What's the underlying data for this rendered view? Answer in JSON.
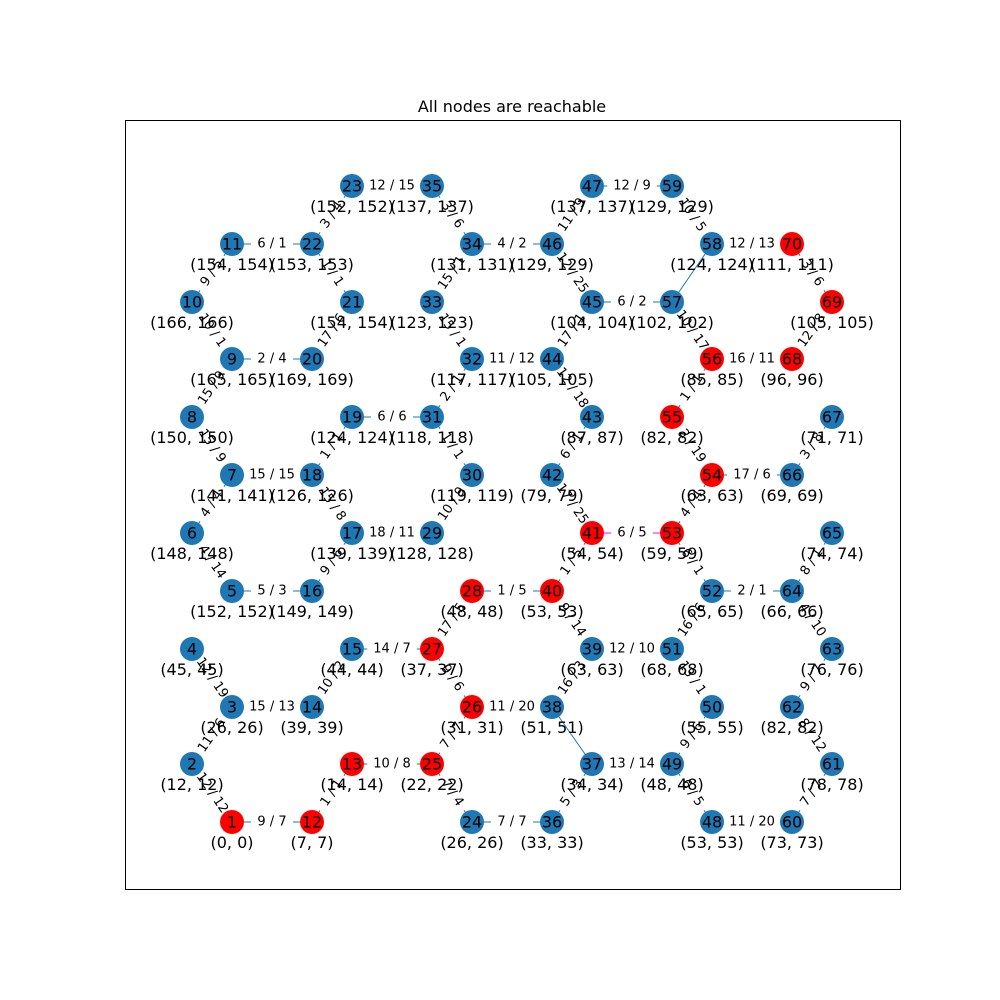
{
  "title": "All nodes are reachable",
  "colors": {
    "default": "#1f77b4",
    "highlight": "#ff0000",
    "edge_default": "#1f77b4",
    "edge_highlight": "#ff00ff"
  },
  "nodes": [
    {
      "id": "1",
      "label": "(0, 0)",
      "color": "highlight"
    },
    {
      "id": "2",
      "label": "(12, 12)",
      "color": "default"
    },
    {
      "id": "3",
      "label": "(26, 26)",
      "color": "default"
    },
    {
      "id": "4",
      "label": "(45, 45)",
      "color": "default"
    },
    {
      "id": "5",
      "label": "(152, 152)",
      "color": "default"
    },
    {
      "id": "6",
      "label": "(148, 148)",
      "color": "default"
    },
    {
      "id": "7",
      "label": "(141, 141)",
      "color": "default"
    },
    {
      "id": "8",
      "label": "(150, 150)",
      "color": "default"
    },
    {
      "id": "9",
      "label": "(165, 165)",
      "color": "default"
    },
    {
      "id": "10",
      "label": "(166, 166)",
      "color": "default"
    },
    {
      "id": "11",
      "label": "(154, 154)",
      "color": "default"
    },
    {
      "id": "12",
      "label": "(7, 7)",
      "color": "highlight"
    },
    {
      "id": "13",
      "label": "(14, 14)",
      "color": "highlight"
    },
    {
      "id": "14",
      "label": "(39, 39)",
      "color": "default"
    },
    {
      "id": "15",
      "label": "(44, 44)",
      "color": "default"
    },
    {
      "id": "16",
      "label": "(149, 149)",
      "color": "default"
    },
    {
      "id": "17",
      "label": "(139, 139)",
      "color": "default"
    },
    {
      "id": "18",
      "label": "(126, 126)",
      "color": "default"
    },
    {
      "id": "19",
      "label": "(124, 124)",
      "color": "default"
    },
    {
      "id": "20",
      "label": "(169, 169)",
      "color": "default"
    },
    {
      "id": "21",
      "label": "(154, 154)",
      "color": "default"
    },
    {
      "id": "22",
      "label": "(153, 153)",
      "color": "default"
    },
    {
      "id": "23",
      "label": "(152, 152)",
      "color": "default"
    },
    {
      "id": "24",
      "label": "(26, 26)",
      "color": "default"
    },
    {
      "id": "25",
      "label": "(22, 22)",
      "color": "highlight"
    },
    {
      "id": "26",
      "label": "(31, 31)",
      "color": "highlight"
    },
    {
      "id": "27",
      "label": "(37, 37)",
      "color": "highlight"
    },
    {
      "id": "28",
      "label": "(48, 48)",
      "color": "highlight"
    },
    {
      "id": "29",
      "label": "(128, 128)",
      "color": "default"
    },
    {
      "id": "30",
      "label": "(119, 119)",
      "color": "default"
    },
    {
      "id": "31",
      "label": "(118, 118)",
      "color": "default"
    },
    {
      "id": "32",
      "label": "(117, 117)",
      "color": "default"
    },
    {
      "id": "33",
      "label": "(123, 123)",
      "color": "default"
    },
    {
      "id": "34",
      "label": "(131, 131)",
      "color": "default"
    },
    {
      "id": "35",
      "label": "(137, 137)",
      "color": "default"
    },
    {
      "id": "36",
      "label": "(33, 33)",
      "color": "default"
    },
    {
      "id": "37",
      "label": "(34, 34)",
      "color": "default"
    },
    {
      "id": "38",
      "label": "(51, 51)",
      "color": "default"
    },
    {
      "id": "39",
      "label": "(63, 63)",
      "color": "default"
    },
    {
      "id": "40",
      "label": "(53, 53)",
      "color": "highlight"
    },
    {
      "id": "41",
      "label": "(54, 54)",
      "color": "highlight"
    },
    {
      "id": "42",
      "label": "(79, 79)",
      "color": "default"
    },
    {
      "id": "43",
      "label": "(87, 87)",
      "color": "default"
    },
    {
      "id": "44",
      "label": "(105, 105)",
      "color": "default"
    },
    {
      "id": "45",
      "label": "(104, 104)",
      "color": "default"
    },
    {
      "id": "46",
      "label": "(129, 129)",
      "color": "default"
    },
    {
      "id": "47",
      "label": "(137, 137)",
      "color": "default"
    },
    {
      "id": "48",
      "label": "(53, 53)",
      "color": "default"
    },
    {
      "id": "49",
      "label": "(48, 48)",
      "color": "default"
    },
    {
      "id": "50",
      "label": "(55, 55)",
      "color": "default"
    },
    {
      "id": "51",
      "label": "(68, 68)",
      "color": "default"
    },
    {
      "id": "52",
      "label": "(65, 65)",
      "color": "default"
    },
    {
      "id": "53",
      "label": "(59, 59)",
      "color": "highlight"
    },
    {
      "id": "54",
      "label": "(63, 63)",
      "color": "highlight"
    },
    {
      "id": "55",
      "label": "(82, 82)",
      "color": "highlight"
    },
    {
      "id": "56",
      "label": "(85, 85)",
      "color": "highlight"
    },
    {
      "id": "57",
      "label": "(102, 102)",
      "color": "default"
    },
    {
      "id": "58",
      "label": "(124, 124)",
      "color": "default"
    },
    {
      "id": "59",
      "label": "(129, 129)",
      "color": "default"
    },
    {
      "id": "60",
      "label": "(73, 73)",
      "color": "default"
    },
    {
      "id": "61",
      "label": "(78, 78)",
      "color": "default"
    },
    {
      "id": "62",
      "label": "(82, 82)",
      "color": "default"
    },
    {
      "id": "63",
      "label": "(76, 76)",
      "color": "default"
    },
    {
      "id": "64",
      "label": "(66, 66)",
      "color": "default"
    },
    {
      "id": "65",
      "label": "(74, 74)",
      "color": "default"
    },
    {
      "id": "66",
      "label": "(69, 69)",
      "color": "default"
    },
    {
      "id": "67",
      "label": "(71, 71)",
      "color": "default"
    },
    {
      "id": "68",
      "label": "(96, 96)",
      "color": "highlight"
    },
    {
      "id": "69",
      "label": "(105, 105)",
      "color": "highlight"
    },
    {
      "id": "70",
      "label": "(111, 111)",
      "color": "highlight"
    }
  ],
  "edges": [
    {
      "from": "1",
      "to": "12",
      "label": "9 / 7",
      "color": "edge_default"
    },
    {
      "from": "1",
      "to": "2",
      "label": "12 / 12",
      "color": "edge_default"
    },
    {
      "from": "2",
      "to": "3",
      "label": "11 / 6",
      "color": "edge_default"
    },
    {
      "from": "3",
      "to": "14",
      "label": "15 / 13",
      "color": "edge_default"
    },
    {
      "from": "3",
      "to": "4",
      "label": "12 / 19",
      "color": "edge_default"
    },
    {
      "from": "5",
      "to": "16",
      "label": "5 / 3",
      "color": "edge_default"
    },
    {
      "from": "5",
      "to": "6",
      "label": "4 / 14",
      "color": "edge_default"
    },
    {
      "from": "6",
      "to": "7",
      "label": "4 / 4",
      "color": "edge_default"
    },
    {
      "from": "7",
      "to": "18",
      "label": "15 / 15",
      "color": "edge_default"
    },
    {
      "from": "7",
      "to": "8",
      "label": "15 / 9",
      "color": "edge_default"
    },
    {
      "from": "8",
      "to": "9",
      "label": "15 / 9",
      "color": "edge_default"
    },
    {
      "from": "9",
      "to": "20",
      "label": "2 / 4",
      "color": "edge_default"
    },
    {
      "from": "9",
      "to": "10",
      "label": "10 / 1",
      "color": "edge_default"
    },
    {
      "from": "10",
      "to": "11",
      "label": "9 / 5",
      "color": "edge_default"
    },
    {
      "from": "11",
      "to": "22",
      "label": "6 / 1",
      "color": "edge_default"
    },
    {
      "from": "12",
      "to": "13",
      "label": "1 / 1",
      "color": "edge_default"
    },
    {
      "from": "13",
      "to": "25",
      "label": "10 / 8",
      "color": "edge_default"
    },
    {
      "from": "14",
      "to": "15",
      "label": "10 / 2",
      "color": "edge_default"
    },
    {
      "from": "15",
      "to": "27",
      "label": "14 / 7",
      "color": "edge_default"
    },
    {
      "from": "16",
      "to": "17",
      "label": "9 / 6",
      "color": "edge_default"
    },
    {
      "from": "17",
      "to": "29",
      "label": "18 / 11",
      "color": "edge_default"
    },
    {
      "from": "17",
      "to": "18",
      "label": "15 / 8",
      "color": "edge_default"
    },
    {
      "from": "18",
      "to": "19",
      "label": "1 / 1",
      "color": "edge_default"
    },
    {
      "from": "19",
      "to": "31",
      "label": "6 / 6",
      "color": "edge_default"
    },
    {
      "from": "20",
      "to": "21",
      "label": "17 / 6",
      "color": "edge_default"
    },
    {
      "from": "21",
      "to": "22",
      "label": "1 / 1",
      "color": "edge_default"
    },
    {
      "from": "22",
      "to": "23",
      "label": "3 / 4",
      "color": "edge_default"
    },
    {
      "from": "23",
      "to": "35",
      "label": "12 / 15",
      "color": "edge_default"
    },
    {
      "from": "24",
      "to": "36",
      "label": "7 / 7",
      "color": "edge_default"
    },
    {
      "from": "24",
      "to": "25",
      "label": "7 / 4",
      "color": "edge_default"
    },
    {
      "from": "25",
      "to": "26",
      "label": "7 / 7",
      "color": "edge_default"
    },
    {
      "from": "26",
      "to": "38",
      "label": "11 / 20",
      "color": "edge_default"
    },
    {
      "from": "26",
      "to": "27",
      "label": "9 / 6",
      "color": "edge_default"
    },
    {
      "from": "27",
      "to": "28",
      "label": "17 / 5",
      "color": "edge_default"
    },
    {
      "from": "28",
      "to": "40",
      "label": "1 / 5",
      "color": "edge_default"
    },
    {
      "from": "29",
      "to": "30",
      "label": "10 / 9",
      "color": "edge_default"
    },
    {
      "from": "30",
      "to": "31",
      "label": "1 / 1",
      "color": "edge_default"
    },
    {
      "from": "31",
      "to": "32",
      "label": "2 / 1",
      "color": "edge_default"
    },
    {
      "from": "32",
      "to": "44",
      "label": "11 / 12",
      "color": "edge_default"
    },
    {
      "from": "32",
      "to": "33",
      "label": "15 / 1",
      "color": "edge_default"
    },
    {
      "from": "33",
      "to": "34",
      "label": "15 / 1",
      "color": "edge_default"
    },
    {
      "from": "34",
      "to": "46",
      "label": "4 / 2",
      "color": "edge_default"
    },
    {
      "from": "34",
      "to": "35",
      "label": "3 / 6",
      "color": "edge_default"
    },
    {
      "from": "36",
      "to": "37",
      "label": "5 / 3",
      "color": "edge_default"
    },
    {
      "from": "37",
      "to": "49",
      "label": "13 / 14",
      "color": "edge_default"
    },
    {
      "from": "37",
      "to": "38",
      "label": "",
      "color": "edge_default"
    },
    {
      "from": "38",
      "to": "39",
      "label": "16 / 3",
      "color": "edge_default"
    },
    {
      "from": "39",
      "to": "51",
      "label": "12 / 10",
      "color": "edge_default"
    },
    {
      "from": "39",
      "to": "40",
      "label": "9 / 14",
      "color": "edge_default"
    },
    {
      "from": "40",
      "to": "41",
      "label": "1 / 5",
      "color": "edge_default"
    },
    {
      "from": "41",
      "to": "53",
      "label": "6 / 5",
      "color": "edge_highlight"
    },
    {
      "from": "41",
      "to": "42",
      "label": "17 / 25",
      "color": "edge_default"
    },
    {
      "from": "42",
      "to": "43",
      "label": "6 / 1",
      "color": "edge_default"
    },
    {
      "from": "43",
      "to": "44",
      "label": "12 / 18",
      "color": "edge_default"
    },
    {
      "from": "44",
      "to": "45",
      "label": "17 / 1",
      "color": "edge_default"
    },
    {
      "from": "45",
      "to": "57",
      "label": "6 / 2",
      "color": "edge_default"
    },
    {
      "from": "45",
      "to": "46",
      "label": "12 / 25",
      "color": "edge_default"
    },
    {
      "from": "46",
      "to": "47",
      "label": "11 / 9",
      "color": "edge_default"
    },
    {
      "from": "47",
      "to": "59",
      "label": "12 / 9",
      "color": "edge_default"
    },
    {
      "from": "48",
      "to": "60",
      "label": "11 / 20",
      "color": "edge_default"
    },
    {
      "from": "48",
      "to": "49",
      "label": "6 / 5",
      "color": "edge_default"
    },
    {
      "from": "49",
      "to": "50",
      "label": "9 / 6",
      "color": "edge_default"
    },
    {
      "from": "50",
      "to": "51",
      "label": "13 / 1",
      "color": "edge_default"
    },
    {
      "from": "51",
      "to": "52",
      "label": "16 / 6",
      "color": "edge_default"
    },
    {
      "from": "52",
      "to": "64",
      "label": "2 / 1",
      "color": "edge_default"
    },
    {
      "from": "52",
      "to": "53",
      "label": "6 / 1",
      "color": "edge_default"
    },
    {
      "from": "53",
      "to": "54",
      "label": "4 / 4",
      "color": "edge_default"
    },
    {
      "from": "54",
      "to": "66",
      "label": "17 / 6",
      "color": "edge_default"
    },
    {
      "from": "54",
      "to": "55",
      "label": "2 / 19",
      "color": "edge_default"
    },
    {
      "from": "55",
      "to": "56",
      "label": "1 / 1",
      "color": "edge_default"
    },
    {
      "from": "56",
      "to": "68",
      "label": "16 / 11",
      "color": "edge_default"
    },
    {
      "from": "56",
      "to": "57",
      "label": "10 / 17",
      "color": "edge_default"
    },
    {
      "from": "57",
      "to": "58",
      "label": "",
      "color": "edge_default"
    },
    {
      "from": "58",
      "to": "70",
      "label": "12 / 13",
      "color": "edge_default"
    },
    {
      "from": "58",
      "to": "59",
      "label": "10 / 5",
      "color": "edge_default"
    },
    {
      "from": "60",
      "to": "61",
      "label": "7 / 7",
      "color": "edge_default"
    },
    {
      "from": "61",
      "to": "62",
      "label": "8 / 12",
      "color": "edge_default"
    },
    {
      "from": "62",
      "to": "63",
      "label": "9 / 7",
      "color": "edge_default"
    },
    {
      "from": "63",
      "to": "64",
      "label": "4 / 10",
      "color": "edge_default"
    },
    {
      "from": "64",
      "to": "65",
      "label": "8 / 1",
      "color": "edge_default"
    },
    {
      "from": "66",
      "to": "67",
      "label": "3 / 8",
      "color": "edge_default"
    },
    {
      "from": "68",
      "to": "69",
      "label": "12 / 8",
      "color": "edge_default"
    },
    {
      "from": "69",
      "to": "70",
      "label": "3 / 6",
      "color": "edge_default"
    }
  ]
}
